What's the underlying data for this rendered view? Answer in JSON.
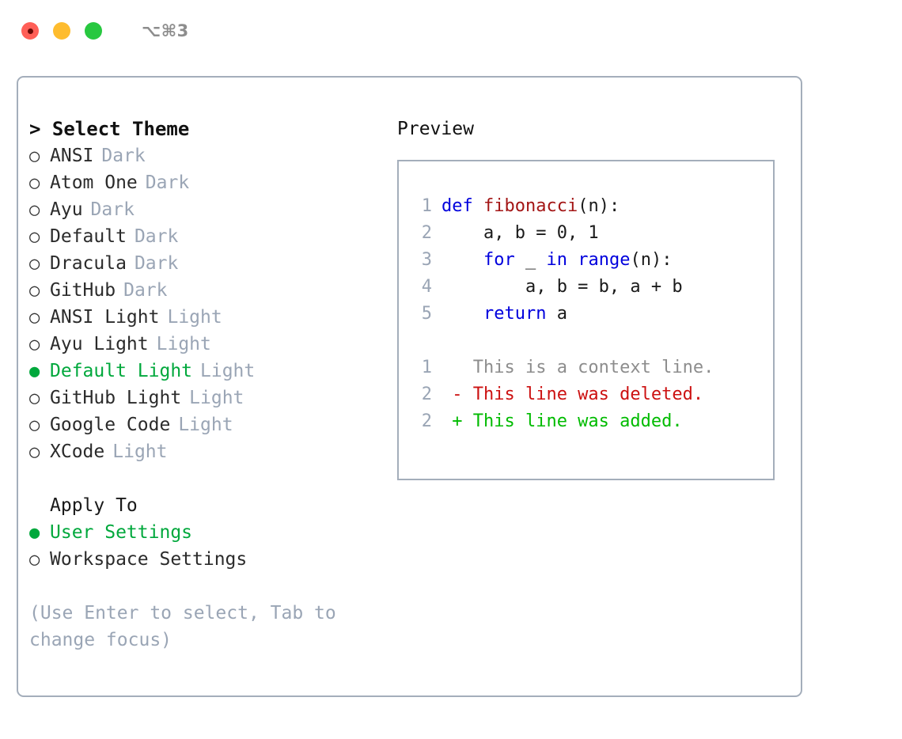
{
  "titlebar": {
    "shortcut": "⌥⌘3",
    "lights": [
      {
        "name": "close",
        "color": "#ff5f57"
      },
      {
        "name": "minimize",
        "color": "#febc2e"
      },
      {
        "name": "zoom",
        "color": "#28c840"
      }
    ]
  },
  "theme_picker": {
    "header": "> Select Theme",
    "selected_bullet": "●",
    "unselected_bullet": "○",
    "items": [
      {
        "name": "ANSI",
        "variant": "Dark",
        "selected": false
      },
      {
        "name": "Atom One",
        "variant": "Dark",
        "selected": false
      },
      {
        "name": "Ayu",
        "variant": "Dark",
        "selected": false
      },
      {
        "name": "Default",
        "variant": "Dark",
        "selected": false
      },
      {
        "name": "Dracula",
        "variant": "Dark",
        "selected": false
      },
      {
        "name": "GitHub",
        "variant": "Dark",
        "selected": false
      },
      {
        "name": "ANSI Light",
        "variant": "Light",
        "selected": false
      },
      {
        "name": "Ayu Light",
        "variant": "Light",
        "selected": false
      },
      {
        "name": "Default Light",
        "variant": "Light",
        "selected": true
      },
      {
        "name": "GitHub Light",
        "variant": "Light",
        "selected": false
      },
      {
        "name": "Google Code",
        "variant": "Light",
        "selected": false
      },
      {
        "name": "XCode",
        "variant": "Light",
        "selected": false
      }
    ]
  },
  "apply_to": {
    "title": "Apply To",
    "options": [
      {
        "label": "User Settings",
        "selected": true
      },
      {
        "label": "Workspace Settings",
        "selected": false
      }
    ]
  },
  "hint": "(Use Enter to select, Tab to\nchange focus)",
  "preview": {
    "label": "Preview",
    "code_lines": [
      {
        "number": "1",
        "tokens": [
          {
            "text": "def ",
            "type": "keyword"
          },
          {
            "text": "fibonacci",
            "type": "function"
          },
          {
            "text": "(n):",
            "type": "plain"
          }
        ]
      },
      {
        "number": "2",
        "tokens": [
          {
            "text": "    a, b = 0, 1",
            "type": "plain"
          }
        ]
      },
      {
        "number": "3",
        "tokens": [
          {
            "text": "    ",
            "type": "plain"
          },
          {
            "text": "for",
            "type": "keyword"
          },
          {
            "text": " _ ",
            "type": "plain"
          },
          {
            "text": "in",
            "type": "keyword"
          },
          {
            "text": " ",
            "type": "plain"
          },
          {
            "text": "range",
            "type": "builtin"
          },
          {
            "text": "(n):",
            "type": "plain"
          }
        ]
      },
      {
        "number": "4",
        "tokens": [
          {
            "text": "        a, b = b, a + b",
            "type": "plain"
          }
        ]
      },
      {
        "number": "5",
        "tokens": [
          {
            "text": "    ",
            "type": "plain"
          },
          {
            "text": "return",
            "type": "keyword"
          },
          {
            "text": " a",
            "type": "plain"
          }
        ]
      }
    ],
    "diff_lines": [
      {
        "number": "1",
        "marker": " ",
        "text": " This is a context line.",
        "kind": "context"
      },
      {
        "number": "2",
        "marker": "-",
        "text": " This line was deleted.",
        "kind": "deleted"
      },
      {
        "number": "2",
        "marker": "+",
        "text": " This line was added.",
        "kind": "added"
      }
    ]
  },
  "colors": {
    "accent_green": "#00a83c",
    "muted": "#9aa5b5",
    "border": "#a4aebb",
    "keyword_blue": "#0000dd",
    "function_red": "#a31515",
    "diff_deleted": "#cc1111",
    "diff_added": "#00bb00"
  }
}
